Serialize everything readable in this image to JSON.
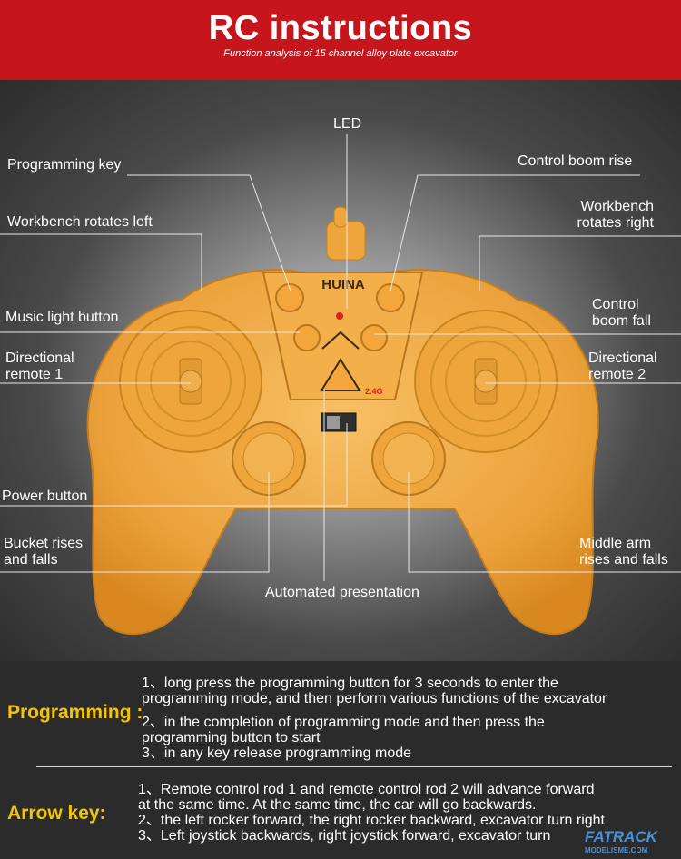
{
  "header": {
    "title": "RC instructions",
    "subtitle": "Function analysis of 15 channel alloy plate excavator"
  },
  "labels": {
    "led": "LED",
    "programming_key": "Programming key",
    "control_boom_rise": "Control boom rise",
    "workbench_rotates_left": "Workbench rotates left",
    "workbench_rotates_right_1": "Workbench",
    "workbench_rotates_right_2": "rotates right",
    "music_light_button": "Music light button",
    "control_boom_fall_1": "Control",
    "control_boom_fall_2": "boom fall",
    "directional_remote_1_a": "Directional",
    "directional_remote_1_b": "remote 1",
    "directional_remote_2_a": "Directional",
    "directional_remote_2_b": "remote 2",
    "power_button": "Power button",
    "bucket_rises_1": "Bucket rises",
    "bucket_rises_2": "and falls",
    "middle_arm_1": "Middle arm",
    "middle_arm_2": "rises and falls",
    "automated_presentation": "Automated presentation"
  },
  "controller": {
    "brand": "HUINA",
    "frequency": "2.4G"
  },
  "programming": {
    "heading": "Programming :",
    "lines": [
      "1、long press the programming button for 3 seconds to enter the",
      "programming mode, and then perform various functions of the excavator",
      "2、in the completion of programming mode and then press the",
      "programming button to start",
      "3、in any key release programming mode"
    ]
  },
  "arrow_key": {
    "heading": "Arrow key:",
    "lines": [
      "1、Remote control rod 1 and remote control rod 2 will advance forward",
      "at the same time. At the same time, the car will go backwards.",
      "2、the left rocker forward, the right rocker backward, excavator turn right",
      "3、Left joystick backwards, right joystick forward, excavator turn"
    ]
  },
  "watermark": {
    "brand": "FATRACK",
    "site": "MODELISME.COM"
  },
  "colors": {
    "header_red": "#c4161c",
    "controller_orange": "#f0a840",
    "heading_yellow": "#f5c400"
  }
}
